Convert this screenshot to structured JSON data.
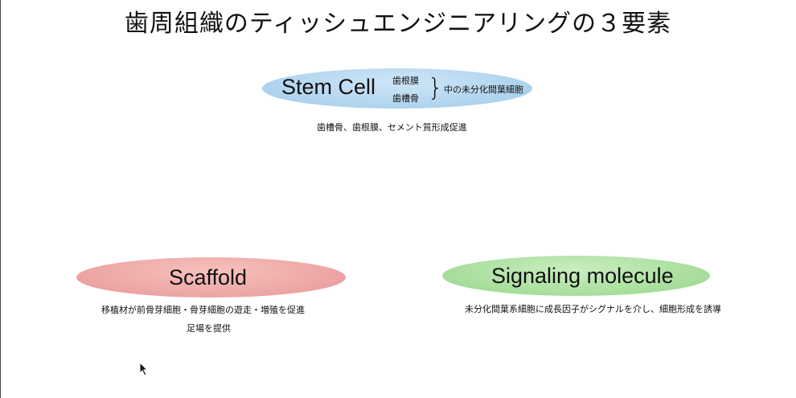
{
  "title": "歯周組織のティッシュエンジニアリングの３要素",
  "stem_cell": {
    "label": "Stem Cell",
    "sources": [
      "歯根膜",
      "歯槽骨"
    ],
    "origin": "中の未分化間葉細胞",
    "description": "歯槽骨、歯根膜、セメント質形成促進"
  },
  "scaffold": {
    "label": "Scaffold",
    "description_lines": [
      "移植材が前骨芽細胞・骨芽細胞の遊走・増殖を促進",
      "足場を提供"
    ]
  },
  "signaling": {
    "label": "Signaling molecule",
    "description": "未分化間葉系細胞に成長因子がシグナルを介し、細胞形成を誘導"
  }
}
